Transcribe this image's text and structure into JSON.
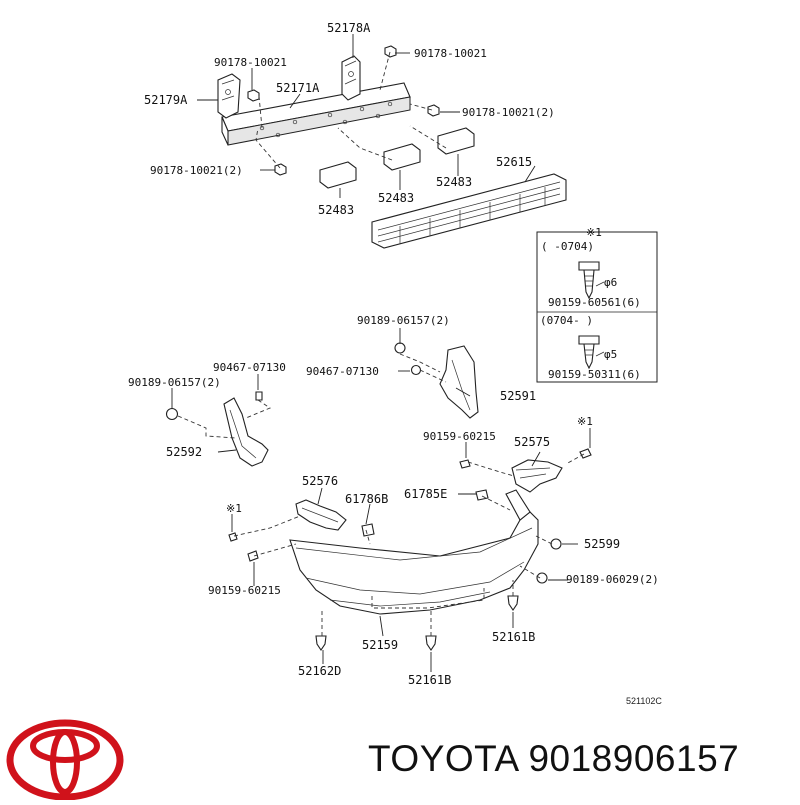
{
  "labels": {
    "l52178A": "52178A",
    "l90178a": "90178-10021",
    "l90178b": "90178-10021",
    "l52179A": "52179A",
    "l52171A": "52171A",
    "l90178c": "90178-10021(2)",
    "l90178d": "90178-10021(2)",
    "l52615": "52615",
    "l52483a": "52483",
    "l52483b": "52483",
    "l52483c": "52483",
    "l90189a": "90189-06157(2)",
    "l90467a": "90467-07130",
    "l90467b": "90467-07130",
    "l90189b": "90189-06157(2)",
    "l52591": "52591",
    "l52592": "52592",
    "l90159a": "90159-60215",
    "l52575": "52575",
    "l52576": "52576",
    "l61786B": "61786B",
    "l61785E": "61785E",
    "l52599": "52599",
    "l90159b": "90159-60215",
    "l90189c": "90189-06029(2)",
    "l52159": "52159",
    "l52161Ba": "52161B",
    "l52162D": "52162D",
    "l52161Bb": "52161B",
    "note1": "※1",
    "note2": "※1",
    "note3": "※1",
    "range1": "(   -0704)",
    "range2": "(0704-    )",
    "dim1": "φ6",
    "dim2": "φ5",
    "part1": "90159-60561(6)",
    "part2": "90159-50311(6)"
  },
  "diagram_code": "521102C",
  "brand": {
    "name": "TOYOTA",
    "part_number": "9018906157",
    "text": "TOYOTA 9018906157",
    "logo_color": "#d0121b"
  }
}
